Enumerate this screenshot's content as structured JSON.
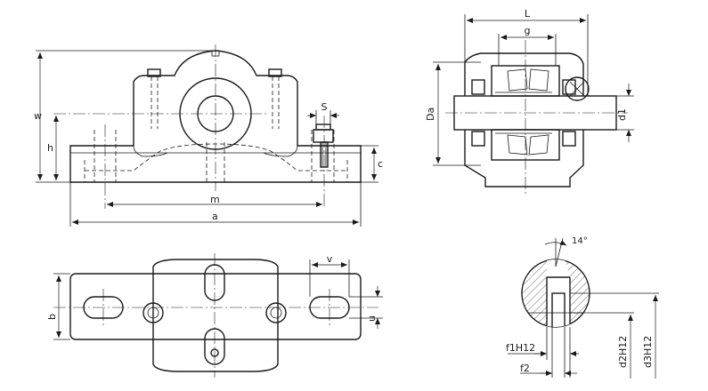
{
  "labels": {
    "w": "w",
    "h": "h",
    "m": "m",
    "a": "a",
    "s": "S",
    "c": "c",
    "L": "L",
    "g": "g",
    "Da": "Da",
    "d1": "d1",
    "b": "b",
    "v": "v",
    "u": "u",
    "angle": "14°",
    "f1": "f1H12",
    "f2": "f2",
    "d2": "d2H12",
    "d3": "d3H12"
  },
  "colors": {
    "ink": "#1a1a1a",
    "paper": "#ffffff"
  }
}
